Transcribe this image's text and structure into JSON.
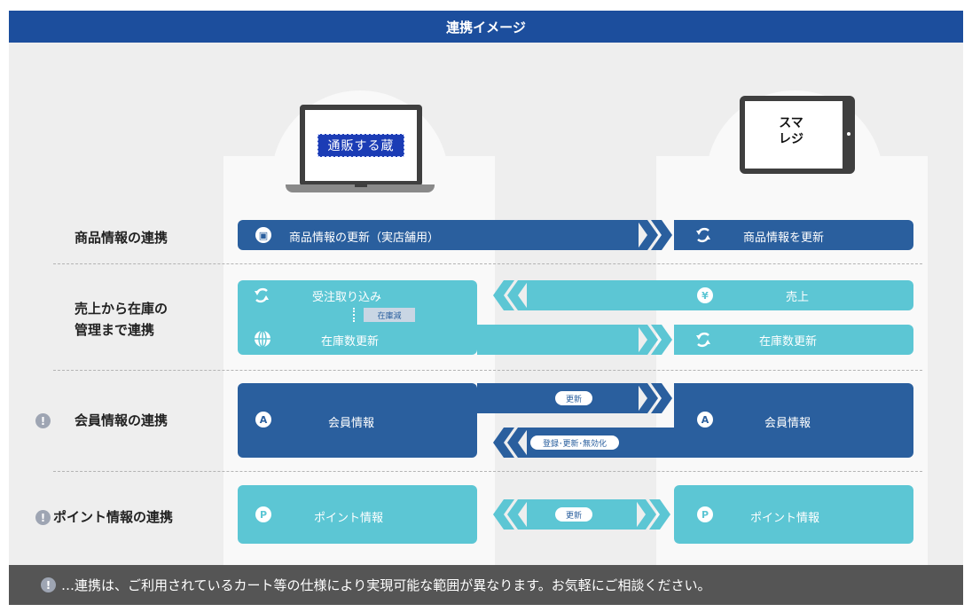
{
  "header": {
    "title": "連携イメージ"
  },
  "devices": {
    "laptop_logo": "通販する蔵",
    "tablet_label_line1": "スマ",
    "tablet_label_line2": "レジ"
  },
  "rows": {
    "product": {
      "label": "商品情報の連携",
      "left_text": "商品情報の更新（実店舗用）",
      "right_text": "商品情報を更新"
    },
    "sales": {
      "label_line1": "売上から在庫の",
      "label_line2": "管理まで連携",
      "left_top_text": "受注取り込み",
      "tag": "在庫減",
      "left_bottom_text": "在庫数更新",
      "right_top_text": "売上",
      "right_bottom_text": "在庫数更新"
    },
    "member": {
      "label": "会員情報の連携",
      "left_text": "会員情報",
      "right_text": "会員情報",
      "pill_top": "更新",
      "pill_bottom": "登録･更新･無効化"
    },
    "point": {
      "label": "ポイント情報の連携",
      "left_text": "ポイント情報",
      "right_text": "ポイント情報",
      "pill": "更新"
    }
  },
  "footer": {
    "note": "…連携は、ご利用されているカート等の仕様により実現可能な範囲が異なります。お気軽にご相談ください。"
  },
  "icons": {
    "exclamation": "!",
    "yen": "¥",
    "person": "A",
    "point": "P"
  },
  "colors": {
    "header": "#1c4e9d",
    "dark_bar": "#2a5f9e",
    "teal_bar": "#5cc6d4",
    "footer": "#555555"
  }
}
